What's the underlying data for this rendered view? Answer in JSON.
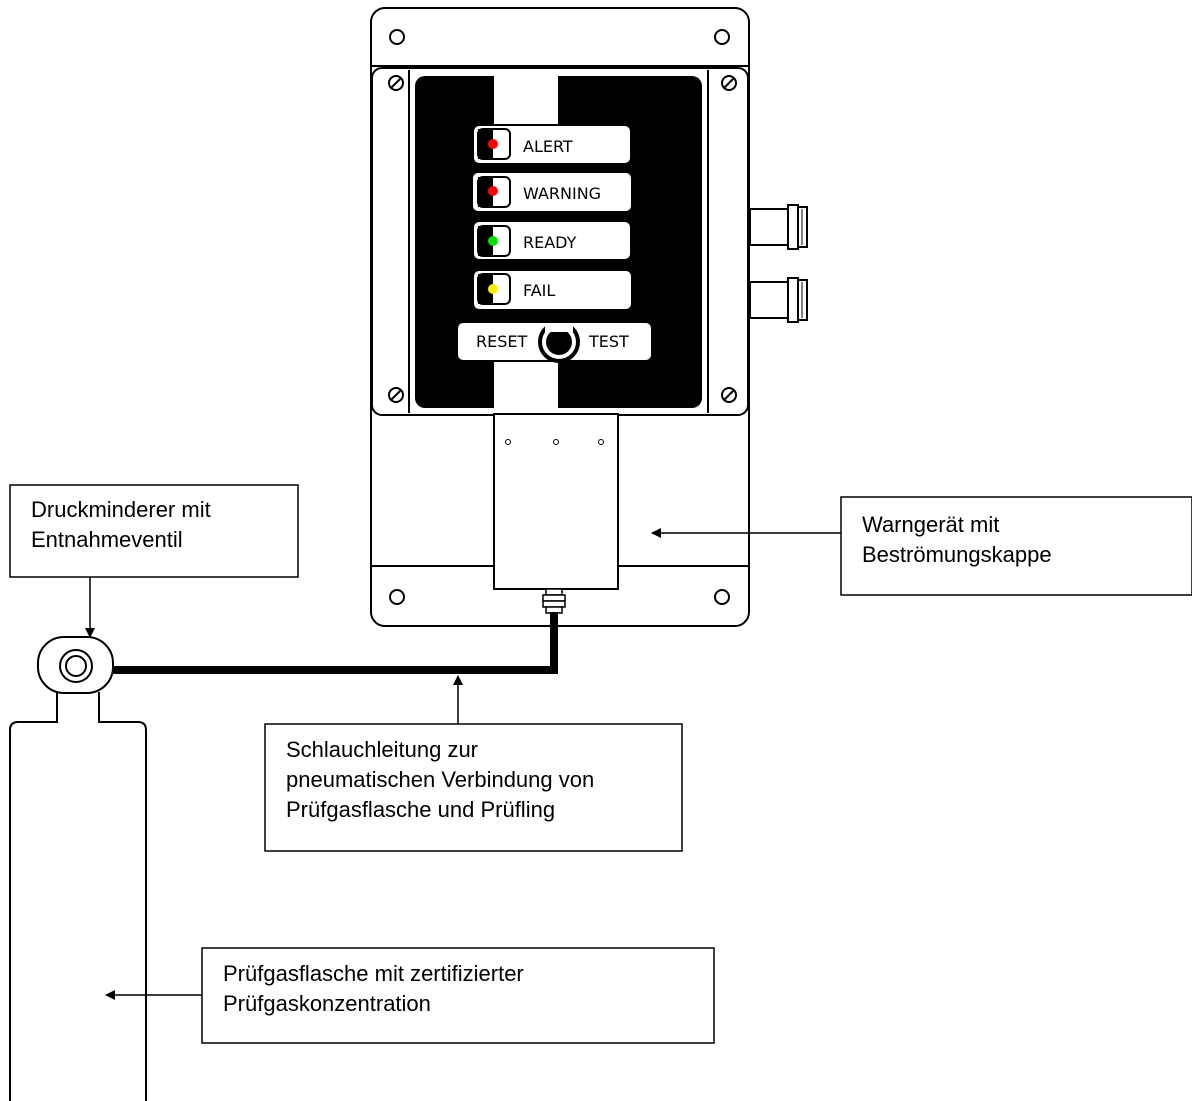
{
  "device": {
    "indicators": [
      {
        "label": "ALERT",
        "led_color": "#ff0000"
      },
      {
        "label": "WARNING",
        "led_color": "#ff0000"
      },
      {
        "label": "READY",
        "led_color": "#00dd00"
      },
      {
        "label": "FAIL",
        "led_color": "#ffee00"
      }
    ],
    "reset_label": "RESET",
    "test_label": "TEST"
  },
  "callouts": {
    "pressure_reducer": {
      "lines": [
        "Druckminderer mit",
        "Entnahmeventil"
      ]
    },
    "warning_device": {
      "lines": [
        "Warngerät mit",
        "Beströmungskappe"
      ]
    },
    "hose": {
      "lines": [
        "Schlauchleitung zur",
        "pneumatischen Verbindung von",
        "Prüfgasflasche und Prüfling"
      ]
    },
    "cylinder": {
      "lines": [
        "Prüfgasflasche mit zertifizierter",
        "Prüfgaskonzentration"
      ]
    }
  },
  "colors": {
    "line": "#000000",
    "panel": "#000000",
    "background": "#ffffff"
  }
}
